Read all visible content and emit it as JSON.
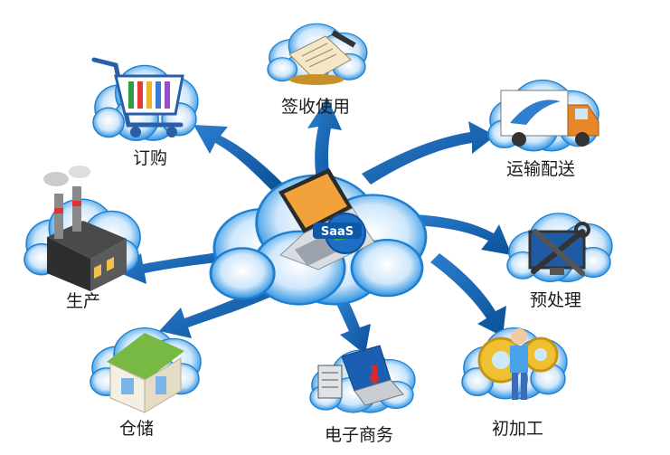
{
  "center": {
    "badge": "SaaS"
  },
  "nodes": [
    {
      "id": "sign",
      "label": "签收使用",
      "icon": "document-pen-icon"
    },
    {
      "id": "order",
      "label": "订购",
      "icon": "shopping-cart-icon"
    },
    {
      "id": "shipping",
      "label": "运输配送",
      "icon": "truck-icon"
    },
    {
      "id": "produce",
      "label": "生产",
      "icon": "factory-icon"
    },
    {
      "id": "preproc",
      "label": "预处理",
      "icon": "tools-icon"
    },
    {
      "id": "storage",
      "label": "仓储",
      "icon": "house-icon"
    },
    {
      "id": "ecom",
      "label": "电子商务",
      "icon": "laptop-growth-icon"
    },
    {
      "id": "process",
      "label": "初加工",
      "icon": "worker-gear-icon"
    }
  ],
  "colors": {
    "cloud": "#1f8ad6",
    "cloud_light": "#5fb4ee",
    "arrow": "#0d5fb0"
  }
}
